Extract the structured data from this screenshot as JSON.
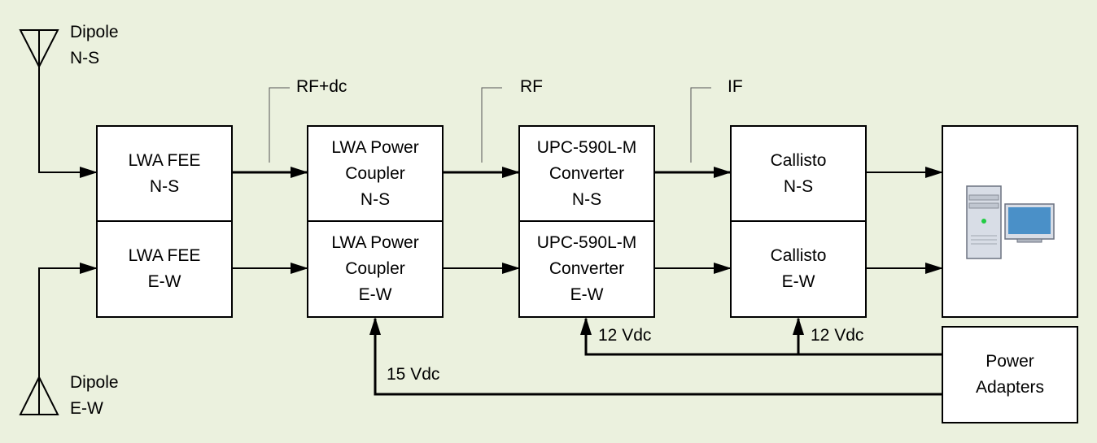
{
  "antennas": {
    "ns": {
      "line1": "Dipole",
      "line2": "N-S"
    },
    "ew": {
      "line1": "Dipole",
      "line2": "E-W"
    }
  },
  "signal_labels": {
    "rf_dc": "RF+dc",
    "rf": "RF",
    "if": "IF"
  },
  "blocks": {
    "fee_ns": [
      "LWA FEE",
      "N-S"
    ],
    "fee_ew": [
      "LWA FEE",
      "E-W"
    ],
    "coupler_ns": [
      "LWA Power",
      "Coupler",
      "N-S"
    ],
    "coupler_ew": [
      "LWA Power",
      "Coupler",
      "E-W"
    ],
    "converter_ns": [
      "UPC-590L-M",
      "Converter",
      "N-S"
    ],
    "converter_ew": [
      "UPC-590L-M",
      "Converter",
      "E-W"
    ],
    "callisto_ns": [
      "Callisto",
      "N-S"
    ],
    "callisto_ew": [
      "Callisto",
      "E-W"
    ],
    "power_adapters": [
      "Power",
      "Adapters"
    ]
  },
  "power_labels": {
    "v12_converter": "12 Vdc",
    "v12_callisto": "12 Vdc",
    "v15": "15 Vdc"
  },
  "computer": {
    "icon": "computer-icon",
    "monitor_color": "#4A90C8",
    "led_color": "#22CC44"
  },
  "colors": {
    "background": "#EBF1DE",
    "box_fill": "#FFFFFF",
    "line": "#000000"
  }
}
